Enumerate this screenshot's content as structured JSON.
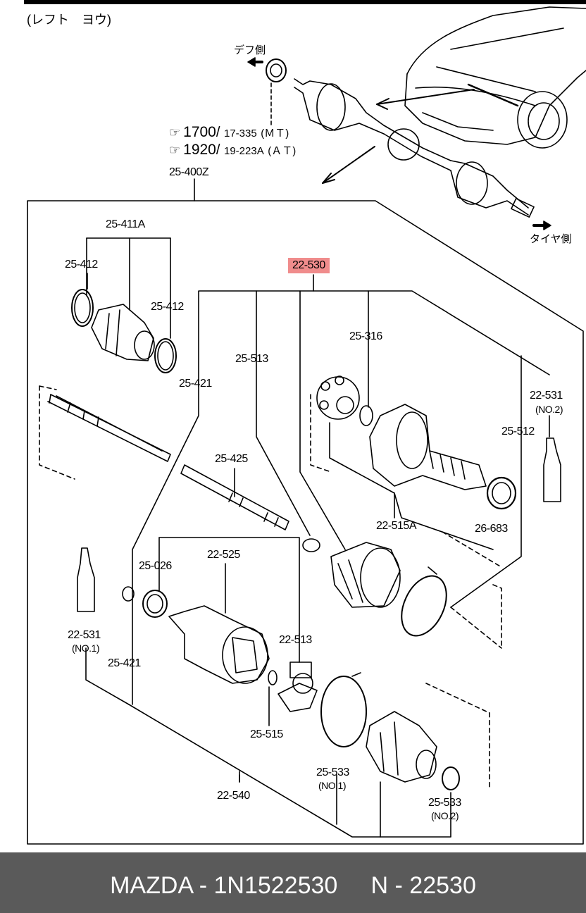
{
  "header": {
    "direction_label": "(レフト　ヨウ)"
  },
  "side_labels": {
    "diff_side": "デフ側",
    "tire_side": "タイヤ側"
  },
  "references": [
    {
      "page": "1700",
      "section": "17-335",
      "transmission": "(ＭＴ)"
    },
    {
      "page": "1920",
      "section": "19-223A",
      "transmission": "(ＡＴ)"
    }
  ],
  "parts": {
    "assembly": "25-400Z",
    "boot_kit_outer": "25-411A",
    "band_left": "25-412",
    "band_right": "25-412",
    "highlighted_part": "22-530",
    "dust_cover": "25-316",
    "snap_ring_upper": "25-513",
    "clip_25_421_upper": "25-421",
    "bearing_upper": "25-512",
    "grease_upper": "22-531",
    "grease_upper_no": "(NO.2)",
    "shaft": "25-425",
    "outer_joint": "22-515A",
    "seal_ring": "26-683",
    "oil_seal": "25-026",
    "inner_joint": "22-525",
    "tripod_snap": "22-513",
    "grease_lower": "22-531",
    "grease_lower_no": "(NO.1)",
    "clip_25_421_lower": "25-421",
    "snap_ring_lower": "25-515",
    "boot_band_no1": "25-533",
    "boot_band_no1_sub": "(NO.1)",
    "boot_band_no2": "25-533",
    "boot_band_no2_sub": "(NO.2)",
    "inner_boot_kit": "22-540"
  },
  "footer": {
    "caption": "MAZDA - 1N1522530     N - 22530"
  }
}
